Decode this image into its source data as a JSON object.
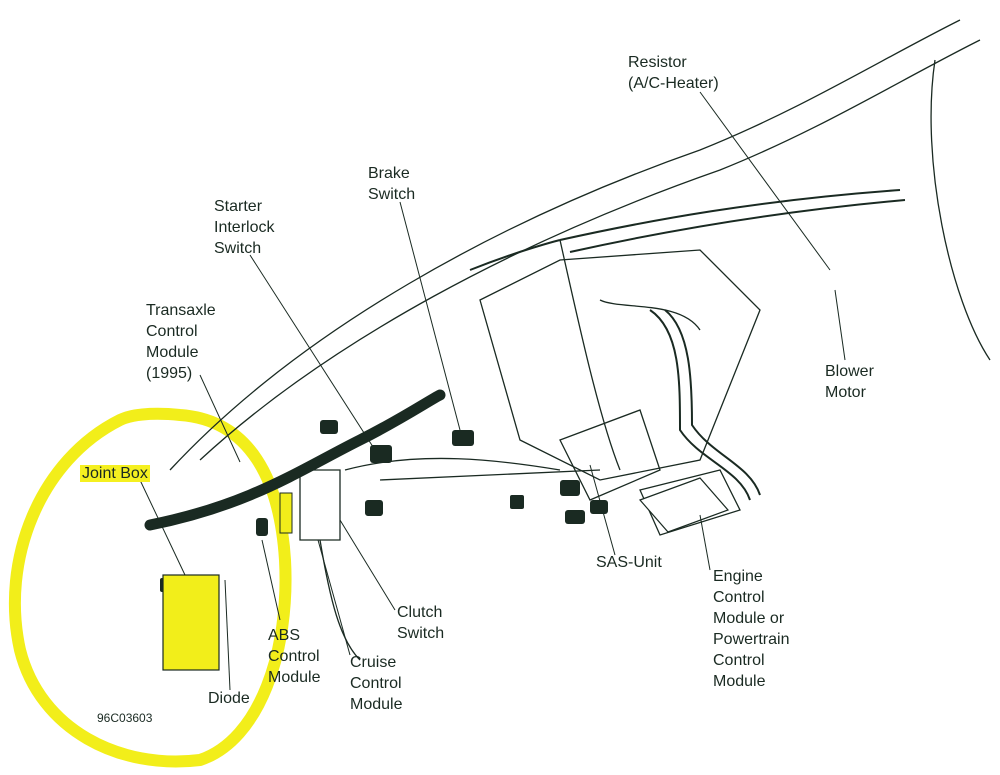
{
  "diagram": {
    "figure_code": "96C03603",
    "highlight_color": "#f2ee1a",
    "line_color": "#1a2a22",
    "labels": {
      "resistor": "Resistor\n(A/C-Heater)",
      "brake_switch": "Brake\nSwitch",
      "starter_interlock": "Starter\nInterlock\nSwitch",
      "transaxle": "Transaxle\nControl\nModule\n(1995)",
      "joint_box": "Joint Box",
      "blower_motor": "Blower\nMotor",
      "sas_unit": "SAS-Unit",
      "ecm": "Engine\nControl\nModule or\nPowertrain\nControl\nModule",
      "clutch_switch": "Clutch\nSwitch",
      "abs": "ABS\nControl\nModule",
      "cruise": "Cruise\nControl\nModule",
      "diode": "Diode"
    }
  }
}
